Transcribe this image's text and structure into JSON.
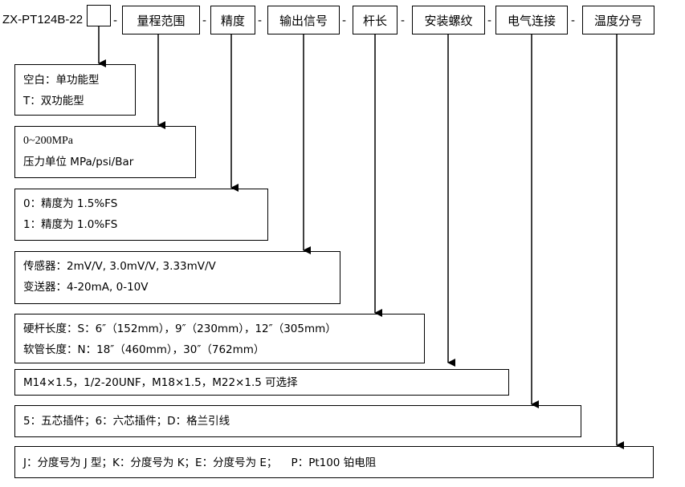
{
  "model_prefix": "ZX-PT124B-22",
  "separator": "-",
  "headers": [
    "",
    "量程范围",
    "精度",
    "输出信号",
    "杆长",
    "安装螺纹",
    "电气连接",
    "温度分号"
  ],
  "options": [
    [
      "空白：单功能型",
      "T：双功能型"
    ],
    [
      "0~200MPa",
      "压力单位 MPa/psi/Bar"
    ],
    [
      "0：精度为 1.5%FS",
      "1：精度为 1.0%FS"
    ],
    [
      "传感器：2mV/V, 3.0mV/V, 3.33mV/V",
      "变送器：4-20mA, 0-10V"
    ],
    [
      "硬杆长度：S：6″（152mm），9″（230mm），12″（305mm）",
      "软管长度：N：18″（460mm），30″（762mm）"
    ],
    [
      "M14×1.5，1/2-20UNF，M18×1.5，M22×1.5 可选择"
    ],
    [
      "5：五芯插件；6：六芯插件；D：格兰引线"
    ],
    [
      "J：分度号为 J 型；K：分度号为 K；E：分度号为 E；    P：Pt100 铂电阻"
    ]
  ]
}
